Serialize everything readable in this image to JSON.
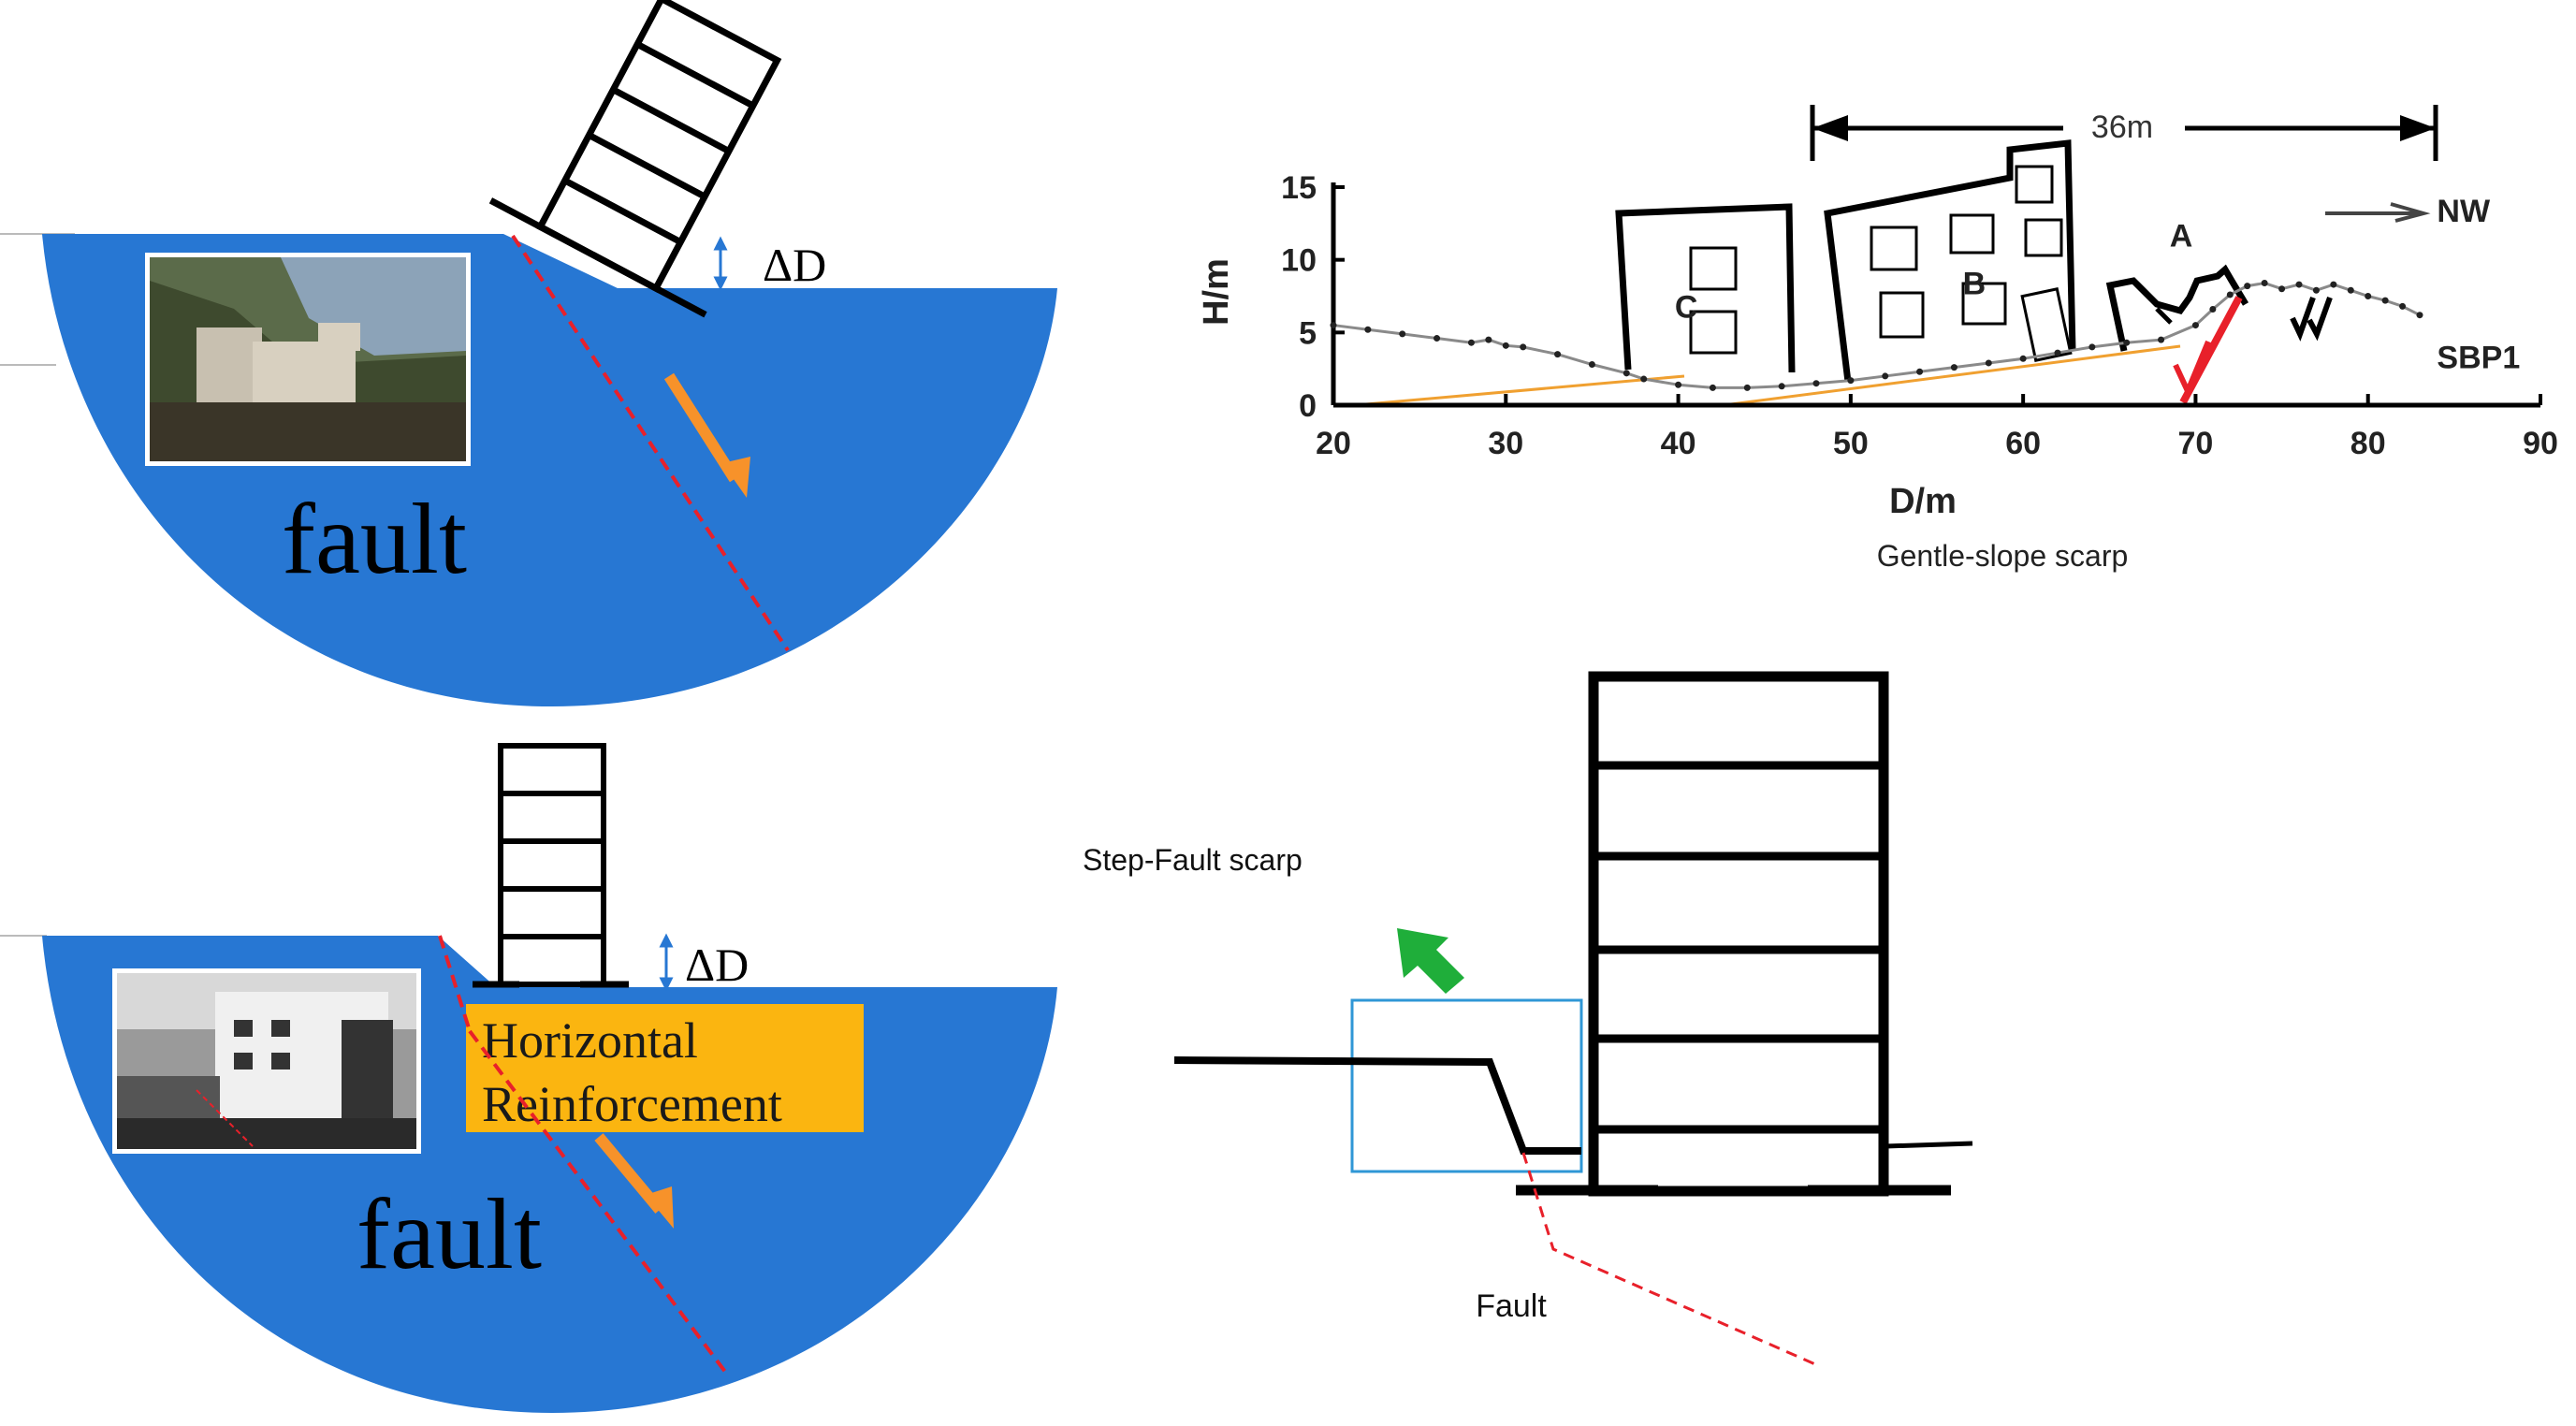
{
  "colors": {
    "fault_block_blue": "#2777d3",
    "fault_line_red": "#e8202a",
    "motion_arrow_orange": "#f7922a",
    "reinforcement_fill": "#fbb510",
    "uplift_arrow_green": "#1fae3a",
    "highlight_box_blue": "#2f97d6",
    "profile_line": "#8a8a8a",
    "orange_layer": "#f0a030",
    "structure_black": "#000000"
  },
  "icons": {
    "up_down_arrow": "double-headed-vertical-arrow",
    "direction_arrow": "north-west-arrow",
    "motion_arrow": "diagonal-arrow-down-right",
    "uplift_arrow": "green-arrow-up-left"
  },
  "top_left_panel": {
    "delta_label": "ΔD",
    "block_label": "fault"
  },
  "bottom_left_panel": {
    "delta_label": "ΔD",
    "reinforcement_label_line1": "Horizontal",
    "reinforcement_label_line2": "Reinforcement",
    "block_label": "fault"
  },
  "chart_data": {
    "type": "line",
    "title": "",
    "caption": "Gentle-slope scarp",
    "xlabel": "D/m",
    "ylabel": "H/m",
    "xlim": [
      20,
      90
    ],
    "ylim": [
      0,
      15
    ],
    "x_ticks": [
      20,
      30,
      40,
      50,
      60,
      70,
      80,
      90
    ],
    "y_ticks": [
      0,
      5,
      10,
      15
    ],
    "grid": false,
    "series": [
      {
        "x": [
          20,
          22,
          24,
          26,
          28,
          29,
          30,
          31,
          33,
          35,
          37,
          38,
          40,
          42,
          44,
          46,
          48,
          50,
          52,
          54,
          56,
          58,
          60,
          62,
          64,
          66,
          68,
          70,
          71,
          72,
          73,
          74,
          75,
          76,
          77,
          78,
          79,
          80,
          81,
          82,
          83
        ],
        "y": [
          5.5,
          5.2,
          4.9,
          4.6,
          4.3,
          4.5,
          4.1,
          4.0,
          3.5,
          2.8,
          2.2,
          1.8,
          1.4,
          1.2,
          1.2,
          1.3,
          1.5,
          1.7,
          2.0,
          2.3,
          2.6,
          2.9,
          3.2,
          3.6,
          4.0,
          4.3,
          4.5,
          5.5,
          6.6,
          7.6,
          8.2,
          8.4,
          8.0,
          8.3,
          7.9,
          8.3,
          7.9,
          7.5,
          7.2,
          6.8,
          6.2
        ]
      }
    ],
    "distance_marker": {
      "label": "36m",
      "from": 47.5,
      "to": 83
    },
    "annotations": [
      {
        "text": "A",
        "x": 68.5,
        "y": 11.7
      },
      {
        "text": "B",
        "x": 56.5,
        "y": 8.4
      },
      {
        "text": "C",
        "x": 39.8,
        "y": 6.8
      },
      {
        "text": "NW",
        "x": 84,
        "y": 13.4
      },
      {
        "text": "SBP1",
        "x": 84,
        "y": 3.3
      }
    ]
  },
  "bottom_right_panel": {
    "scarp_label": "Step-Fault scarp",
    "fault_label": "Fault"
  }
}
